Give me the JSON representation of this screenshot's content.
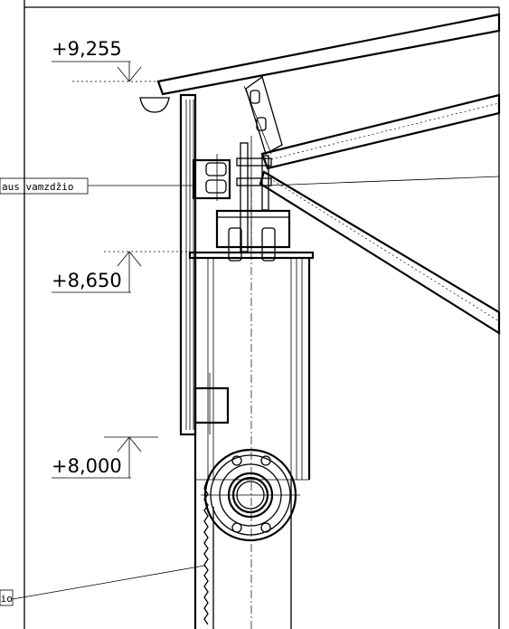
{
  "elevations": [
    {
      "label": "+9,255"
    },
    {
      "label": "+8,650"
    },
    {
      "label": "+8,000"
    }
  ],
  "callouts": [
    {
      "label": "aus vamzdžio"
    },
    {
      "label": "žio"
    }
  ]
}
